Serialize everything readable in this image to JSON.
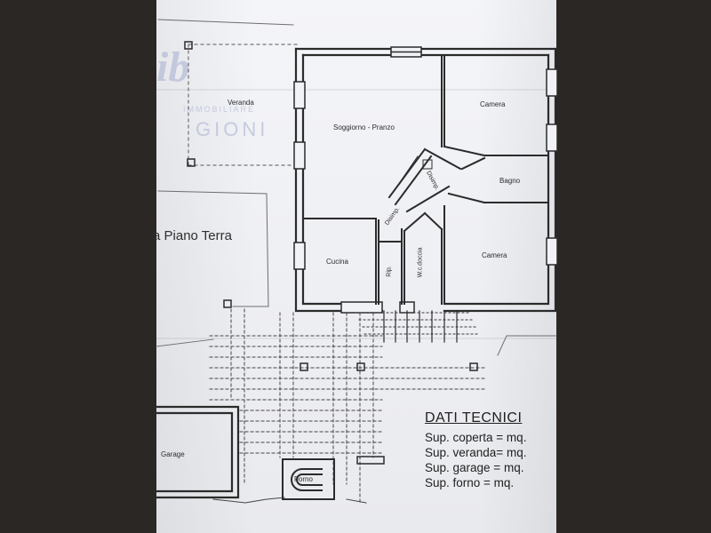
{
  "watermark": {
    "top": "IMMOBILIARE",
    "bottom": "GIONI"
  },
  "floor_label": "a Piano Terra",
  "rooms": {
    "veranda": "Veranda",
    "soggiorno": "Soggiorno - Pranzo",
    "camera_top": "Camera",
    "bagno": "Bagno",
    "camera_bottom": "Camera",
    "disimp_left": "Disimp.",
    "disimp_right": "Disimp.",
    "cucina": "Cucina",
    "rip": "Rip.",
    "wc": "W.c.doccia",
    "garage": "Garage",
    "forno": "Forno"
  },
  "dati_tecnici": {
    "title": "DATI TECNICI",
    "rows": [
      "Sup. coperta = mq.",
      "Sup. veranda= mq.",
      "Sup. garage = mq.",
      "Sup. forno    = mq."
    ]
  },
  "colors": {
    "wall": "#2b2b2b",
    "paper": "#f1f2f6",
    "background": "#2a2725",
    "watermark": "#b7bed8"
  }
}
